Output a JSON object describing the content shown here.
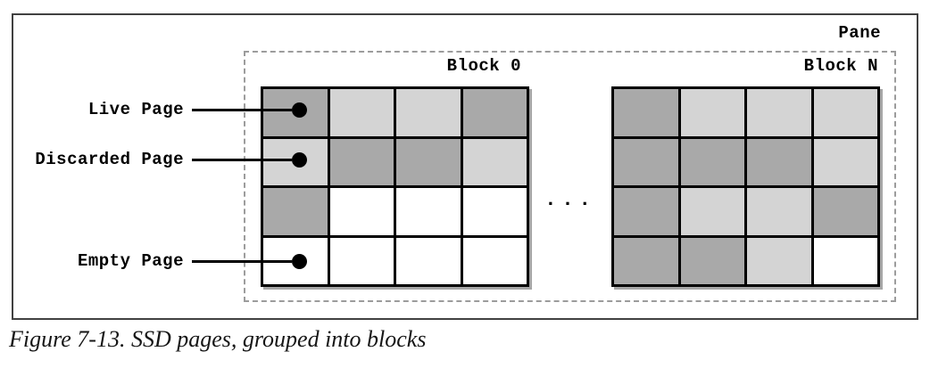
{
  "colors": {
    "live": "#a9a9a9",
    "discarded": "#d4d4d4",
    "empty": "#ffffff",
    "grid_line": "#000000",
    "dashed_border": "#9c9c9c",
    "outer_border": "#414141"
  },
  "pane": {
    "label": "Pane"
  },
  "blocks": [
    {
      "label": "Block 0",
      "cells": [
        [
          "live",
          "discarded",
          "discarded",
          "live"
        ],
        [
          "discarded",
          "live",
          "live",
          "discarded"
        ],
        [
          "live",
          "empty",
          "empty",
          "empty"
        ],
        [
          "empty",
          "empty",
          "empty",
          "empty"
        ]
      ]
    },
    {
      "label": "Block N",
      "cells": [
        [
          "live",
          "discarded",
          "discarded",
          "discarded"
        ],
        [
          "live",
          "live",
          "live",
          "discarded"
        ],
        [
          "live",
          "discarded",
          "discarded",
          "live"
        ],
        [
          "live",
          "live",
          "discarded",
          "empty"
        ]
      ]
    }
  ],
  "separator": "...",
  "legend": [
    {
      "label": "Live Page",
      "state": "live"
    },
    {
      "label": "Discarded Page",
      "state": "discarded"
    },
    {
      "label": "Empty Page",
      "state": "empty"
    }
  ],
  "caption": "Figure 7-13. SSD pages, grouped into blocks"
}
